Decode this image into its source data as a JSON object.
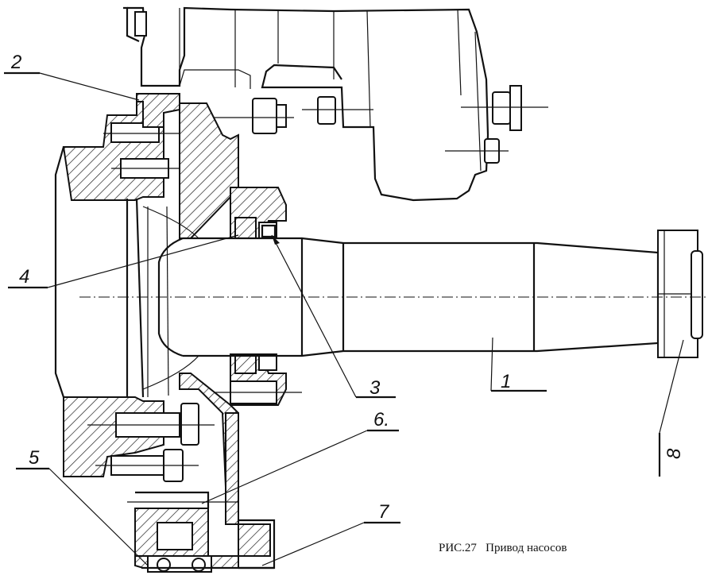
{
  "caption": "РИС.27   Привод насосов",
  "callouts": {
    "c1": "1",
    "c2": "2",
    "c3": "3",
    "c4": "4",
    "c5": "5",
    "c6": "6.",
    "c7": "7",
    "c8": "8"
  }
}
